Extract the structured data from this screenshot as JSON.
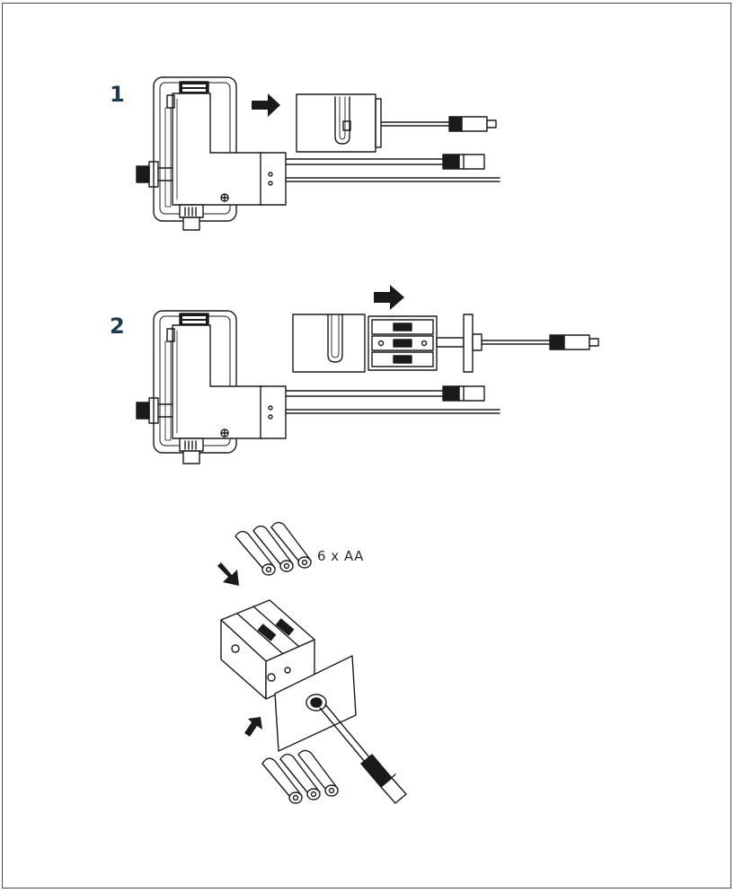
{
  "steps": {
    "step1_number": "1",
    "step2_number": "2"
  },
  "battery_label": "6 x AA",
  "colors": {
    "line": "#1a1a1a",
    "step_number": "#1f3a4d",
    "frame": "#4a4a4a"
  }
}
